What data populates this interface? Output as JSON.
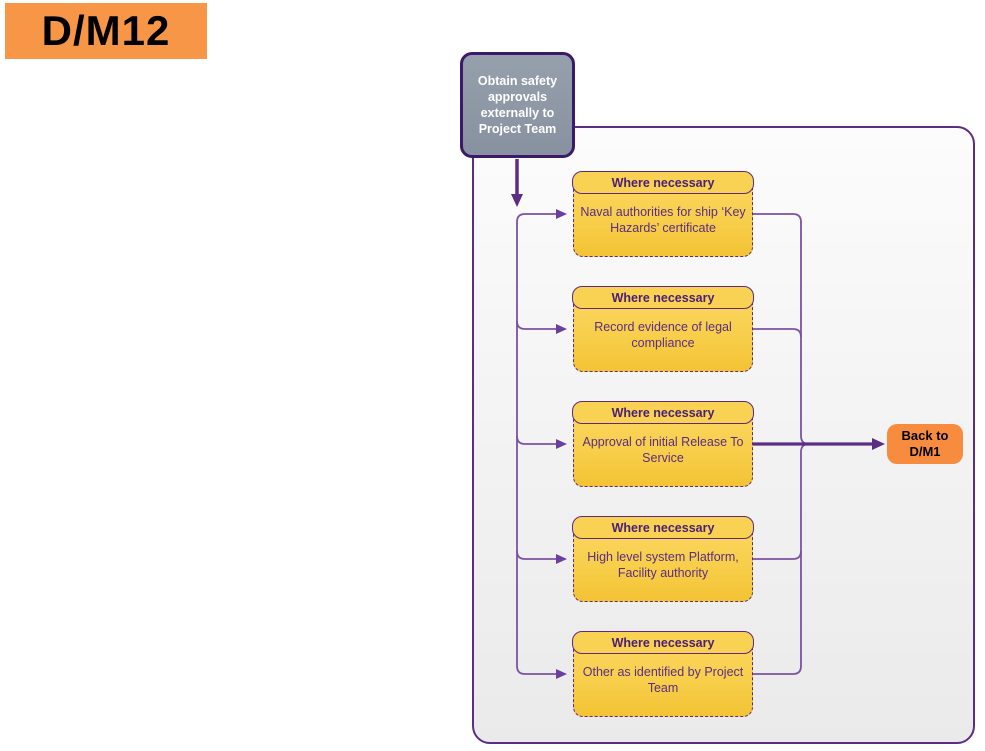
{
  "title": {
    "label": "D/M12"
  },
  "start_node": {
    "label": "Obtain safety approvals externally to Project Team"
  },
  "cards": [
    {
      "header": "Where necessary",
      "body": "Naval authorities for ship ‘Key Hazards’ certificate"
    },
    {
      "header": "Where necessary",
      "body": "Record evidence of legal compliance"
    },
    {
      "header": "Where necessary",
      "body": "Approval of initial Release To Service"
    },
    {
      "header": "Where necessary",
      "body": "High level system Platform, Facility authority"
    },
    {
      "header": "Where necessary",
      "body": "Other as identified by Project Team"
    }
  ],
  "end_node": {
    "label": "Back to D/M1"
  },
  "colors": {
    "title_bg": "#F79646",
    "start_node_fill": "#8D96A4",
    "start_node_border": "#3B1A6B",
    "card_fill": "#F9D153",
    "card_border": "#5B2A83",
    "card_text": "#5B2D83",
    "container_border": "#5B2D83",
    "connector_thin": "#7B52A3",
    "connector_thick": "#5B2D83",
    "end_node_fill": "#F78C3E"
  }
}
